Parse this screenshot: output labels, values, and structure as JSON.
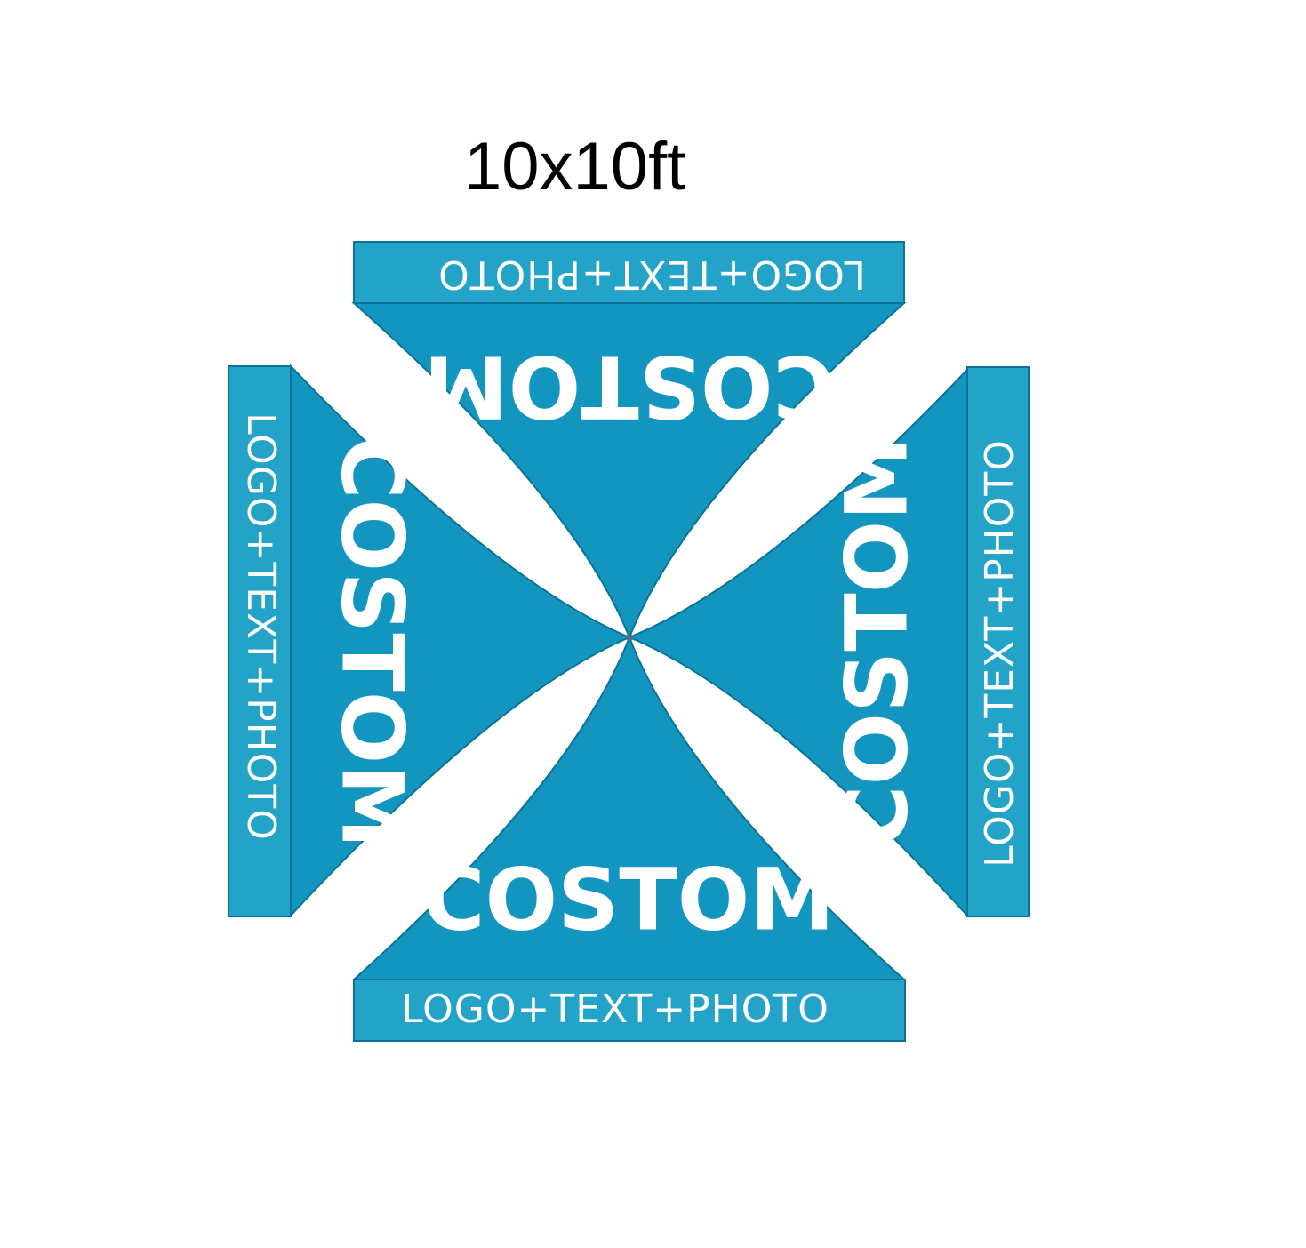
{
  "title": "10x10ft",
  "colors": {
    "panel": "#1296bf",
    "valance": "#22a3c7",
    "border": "#0a7398",
    "text": "#ffffff"
  },
  "panels": {
    "top": {
      "label": "COSTOM"
    },
    "right": {
      "label": "COSTOM"
    },
    "bottom": {
      "label": "COSTOM"
    },
    "left": {
      "label": "COSTOM"
    }
  },
  "valances": {
    "top": {
      "label": "LOGO+TEXT+PHOTO"
    },
    "right": {
      "label": "LOGO+TEXT+PHOTO"
    },
    "bottom": {
      "label": "LOGO+TEXT+PHOTO"
    },
    "left": {
      "label": "LOGO+TEXT+PHOTO"
    }
  }
}
